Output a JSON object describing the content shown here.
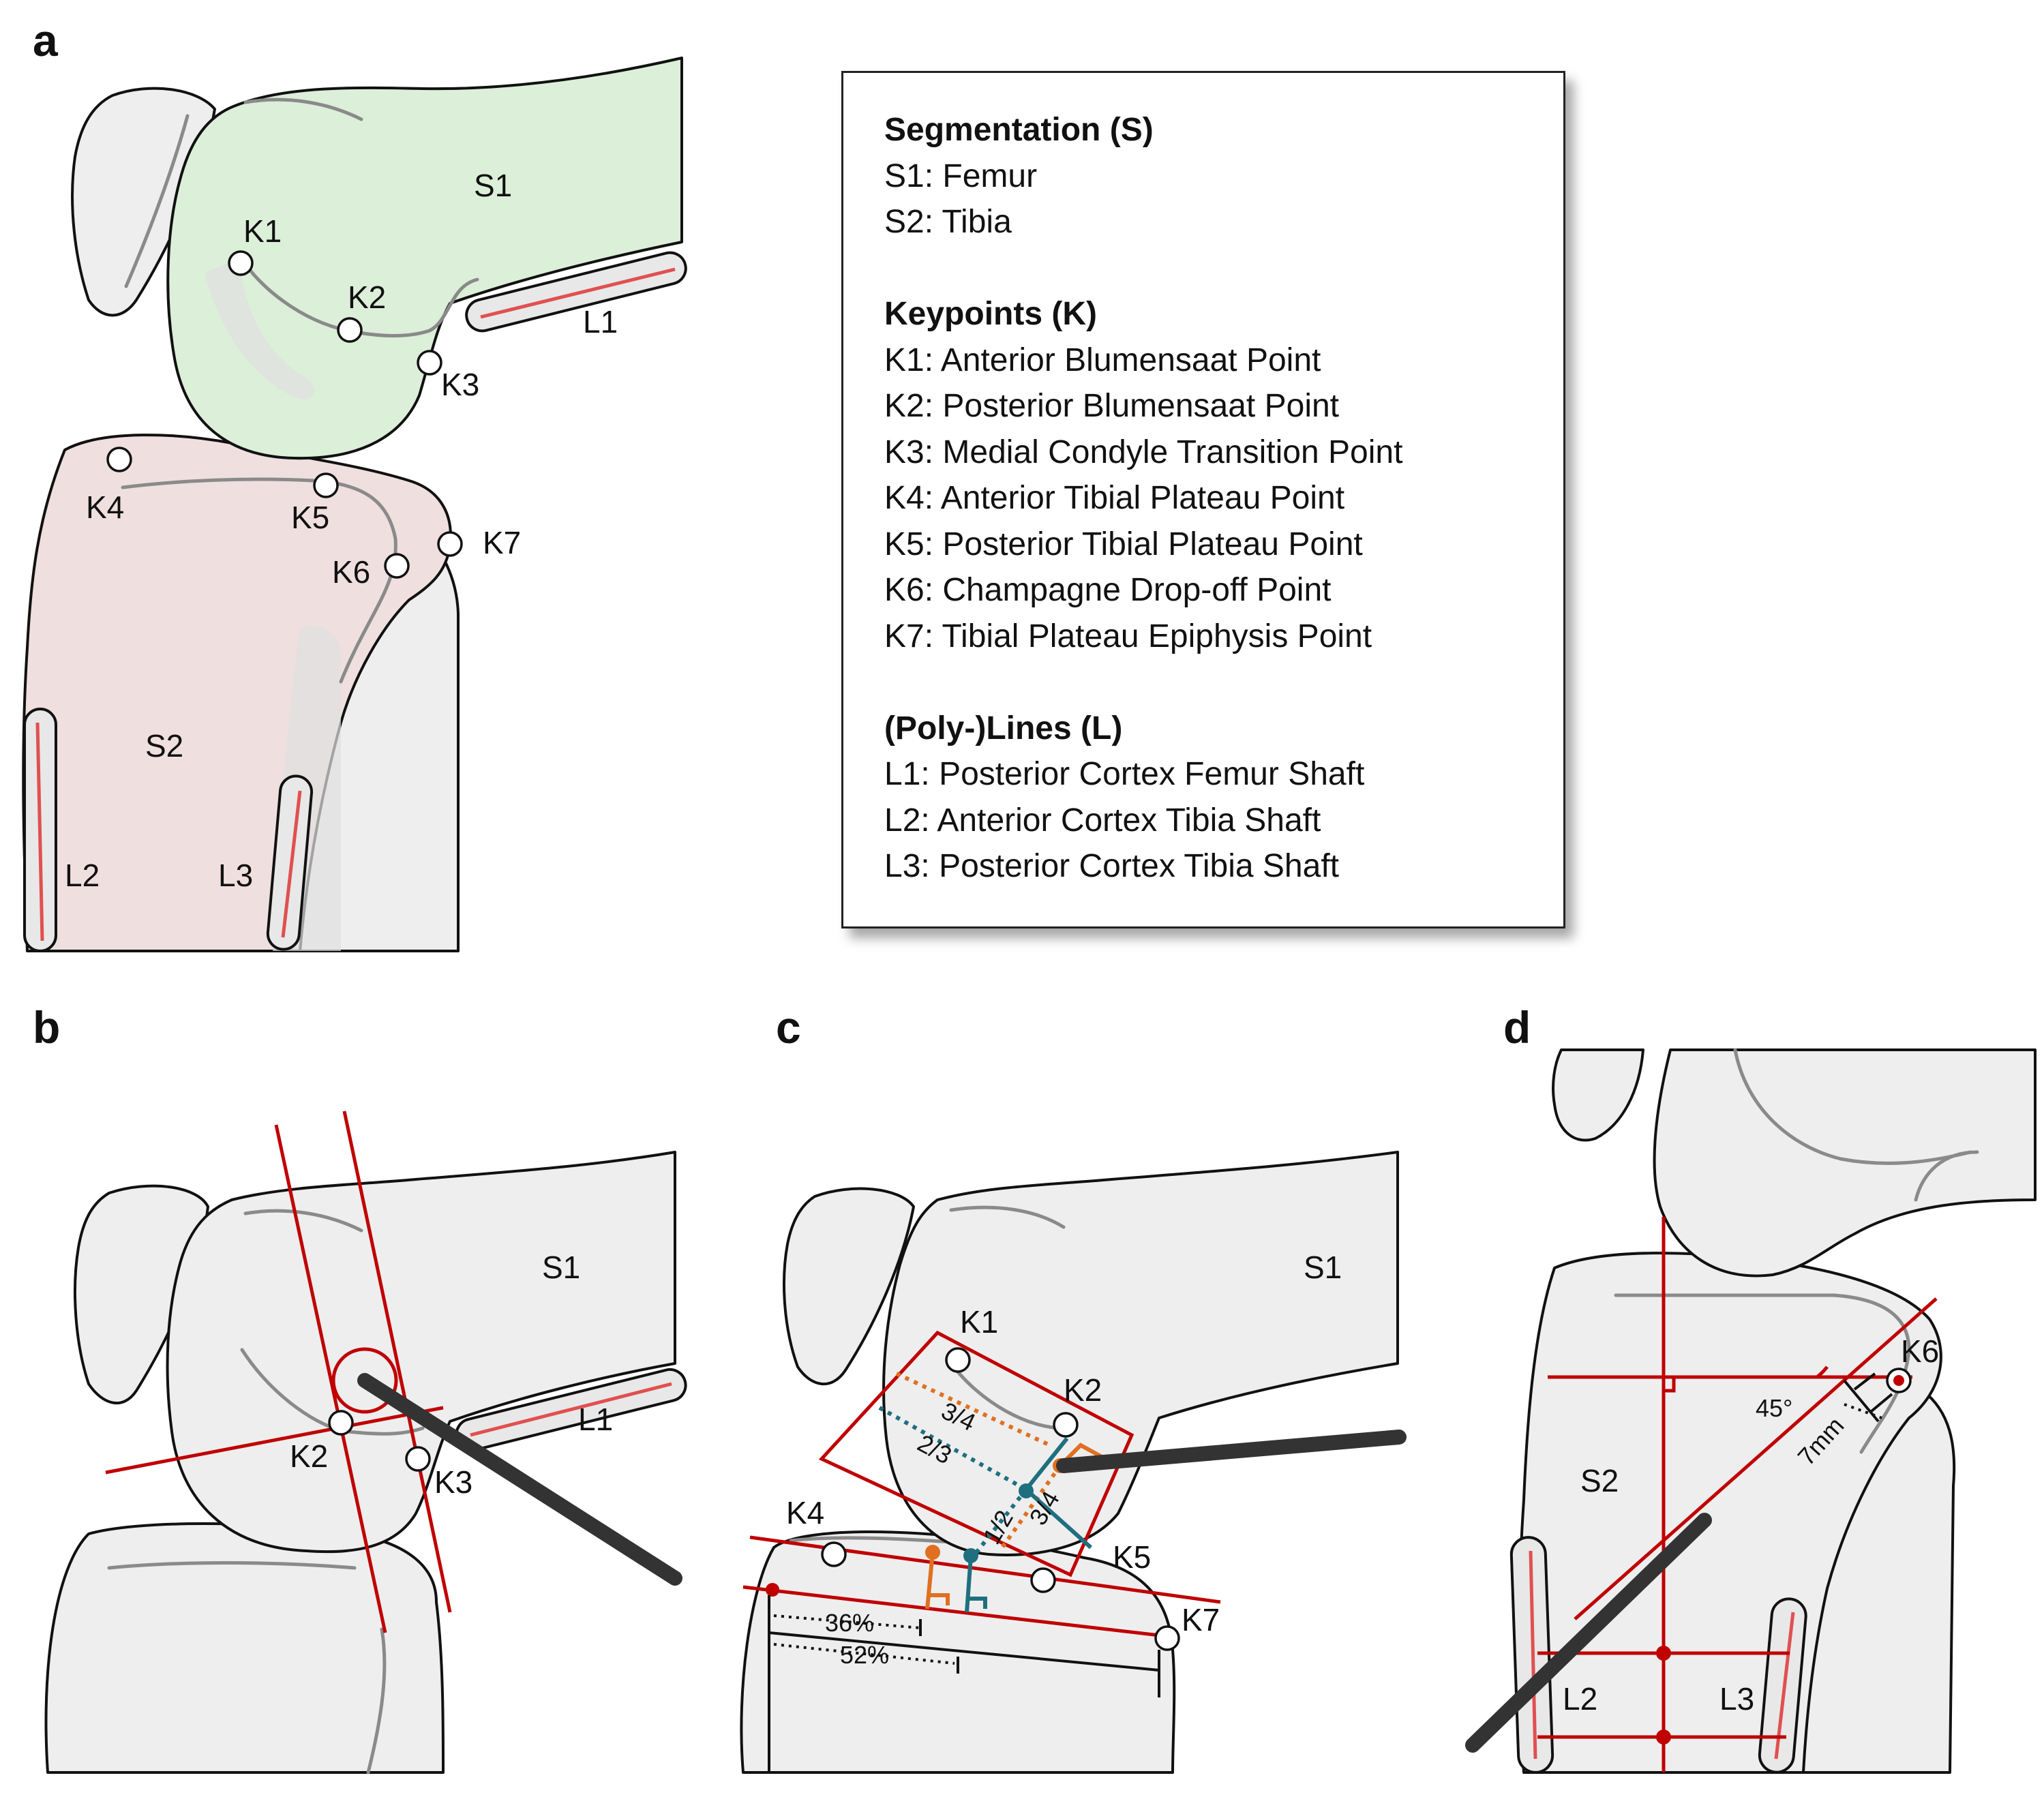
{
  "panels": {
    "a": "a",
    "b": "b",
    "c": "c",
    "d": "d"
  },
  "legend": {
    "segmentation_title": "Segmentation (S)",
    "segmentation": [
      "S1: Femur",
      "S2: Tibia"
    ],
    "keypoints_title": "Keypoints (K)",
    "keypoints": [
      "K1: Anterior Blumensaat Point",
      "K2: Posterior Blumensaat Point",
      "K3: Medial Condyle Transition Point",
      "K4: Anterior Tibial Plateau Point",
      "K5: Posterior Tibial Plateau Point",
      "K6: Champagne Drop-off Point",
      "K7: Tibial Plateau Epiphysis Point"
    ],
    "lines_title": "(Poly-)Lines (L)",
    "lines": [
      "L1: Posterior Cortex Femur Shaft",
      "L2: Anterior Cortex Tibia Shaft",
      "L3: Posterior Cortex Tibia Shaft"
    ]
  },
  "labels": {
    "s1": "S1",
    "s2": "S2",
    "k1": "K1",
    "k2": "K2",
    "k3": "K3",
    "k4": "K4",
    "k5": "K5",
    "k6": "K6",
    "k7": "K7",
    "l1": "L1",
    "l2": "L2",
    "l3": "L3"
  },
  "annotations": {
    "frac_3_4": "3/4",
    "frac_2_3": "2/3",
    "frac_1_2": "1/2",
    "pct_36": "36%",
    "pct_52": "52%",
    "angle_45": "45°",
    "dist_7mm": "7mm"
  },
  "colors": {
    "femur_fill": "#dcefd9",
    "tibia_fill": "#f0dfdf",
    "bone_gray": "#eeeeee",
    "red_line": "#c00000",
    "teal": "#1f6f7f",
    "orange": "#e07020",
    "pill_line": "#e05050"
  }
}
